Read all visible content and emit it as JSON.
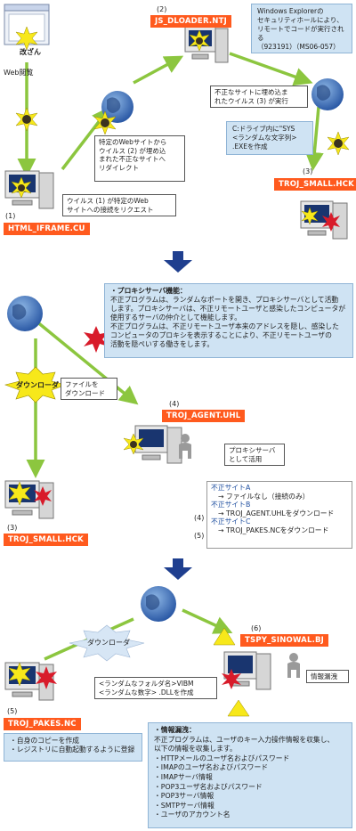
{
  "section1": {
    "browser_label": "改ざん",
    "web_label": "Web閲覧",
    "step1_num": "(1)",
    "step1_tag": "HTML_IFRAME.CU",
    "step1_note": [
      "ウイルス (1) が特定のWeb",
      "サイトへの接続をリクエスト"
    ],
    "redirect_note": [
      "特定のWebサイトから",
      "ウイルス (2) が埋め込",
      "まれた不正な",
      "サイトへ",
      "リダイレクト"
    ],
    "step2_num": "(2)",
    "step2_tag": "JS_DLOADER.NTJ",
    "explorer_note": [
      "Windows Explorerの",
      "セキュリティホールにより、",
      "リモートでコードが実行される",
      "（923191）（MS06-057）"
    ],
    "embedded_note": [
      "不正なサイトに埋め込ま",
      "れたウイルス (3) が実行"
    ],
    "drive_note": [
      "C:ドライブ内に\"SYS",
      "<ランダムな文字列>",
      ".EXEを作成"
    ],
    "step3_num": "(3)",
    "step3_tag": "TROJ_SMALL.HCK"
  },
  "section2": {
    "proxy_title": "・プロキシサーバ機能：",
    "proxy_body": [
      "不正プログラムは、ランダムなポートを開き、プロキシサーバとして活動",
      "します。プロキシサーバは、不正リモートユーザと感染したコンピュータが",
      "使用するサーバの仲介として機能します。",
      "不正プログラムは、不正リモートユーザ本来のアドレスを隠し、感染した",
      "コンピュータのプロキシを表示することにより、不正リモートユーザの",
      "活動を隠ぺいする働きをします。"
    ],
    "download_label": "ダウンローダ",
    "file_download_note": [
      "ファイルを",
      "ダウンロード"
    ],
    "step4_num": "(4)",
    "step4_tag": "TROJ_AGENT.UHL",
    "proxy_use_note": [
      "プロキシサーバ",
      "として活用"
    ],
    "step3_num": "(3)",
    "step3_tag": "TROJ_SMALL.HCK",
    "sites": {
      "a_label": "不正サイトA",
      "a_desc": "→ ファイルなし（接続のみ）",
      "b_label": "不正サイトB",
      "b_desc": "→ TROJ_AGENT.UHLをダウンロード",
      "b_num": "(4)",
      "c_label": "不正サイトC",
      "c_desc": "→ TROJ_PAKES.NCをダウンロード",
      "c_num": "(5)"
    }
  },
  "section3": {
    "download_label": "ダウンローダ",
    "step6_num": "(6)",
    "step6_tag": "TSPY_SINOWAL.BJ",
    "leak_label": "情報漏洩",
    "dll_note": [
      "<ランダムなフォルダ名>VIBM",
      "<ランダムな数字> .DLLを作成"
    ],
    "step5_num": "(5)",
    "step5_tag": "TROJ_PAKES.NC",
    "self_copy": [
      "・自身のコピーを作成",
      "・レジストリに自動起動するように登録"
    ],
    "info_title": "・情報漏洩：",
    "info_lines": [
      "不正プログラムは、ユーザのキー入力操作情報を収集し、",
      "以下の情報を収集します。",
      "・HTTPメールのユーザ名およびパスワード",
      "・IMAPのユーザ名およびパスワード",
      "・IMAPサーバ情報",
      "・POP3ユーザ名およびパスワード",
      "・POP3サーバ情報",
      "・SMTPサーバ情報",
      "・ユーザのアカウント名"
    ]
  },
  "colors": {
    "tag": "#ff5a1e",
    "arrow": "#8cc63f",
    "bluebox": "#cfe3f3",
    "flow_arrow": "#1f3f8f"
  }
}
